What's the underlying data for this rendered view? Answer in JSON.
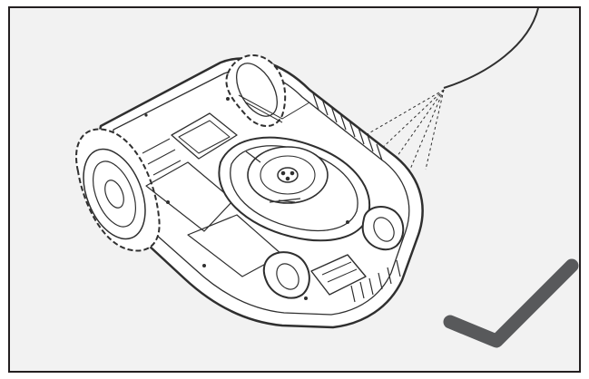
{
  "illustration": {
    "subject": "robotic-lawn-mower-underside",
    "instruction": "clean-underside-with-water-spray",
    "status": "correct"
  },
  "colors": {
    "background": "#f2f2f2",
    "frame_border": "#231f20",
    "line_art": "#2f2f2f",
    "checkmark": "#58595b"
  },
  "icons": {
    "main": "lawn-mower-icon",
    "spray": "water-spray-icon",
    "status": "checkmark-icon"
  }
}
